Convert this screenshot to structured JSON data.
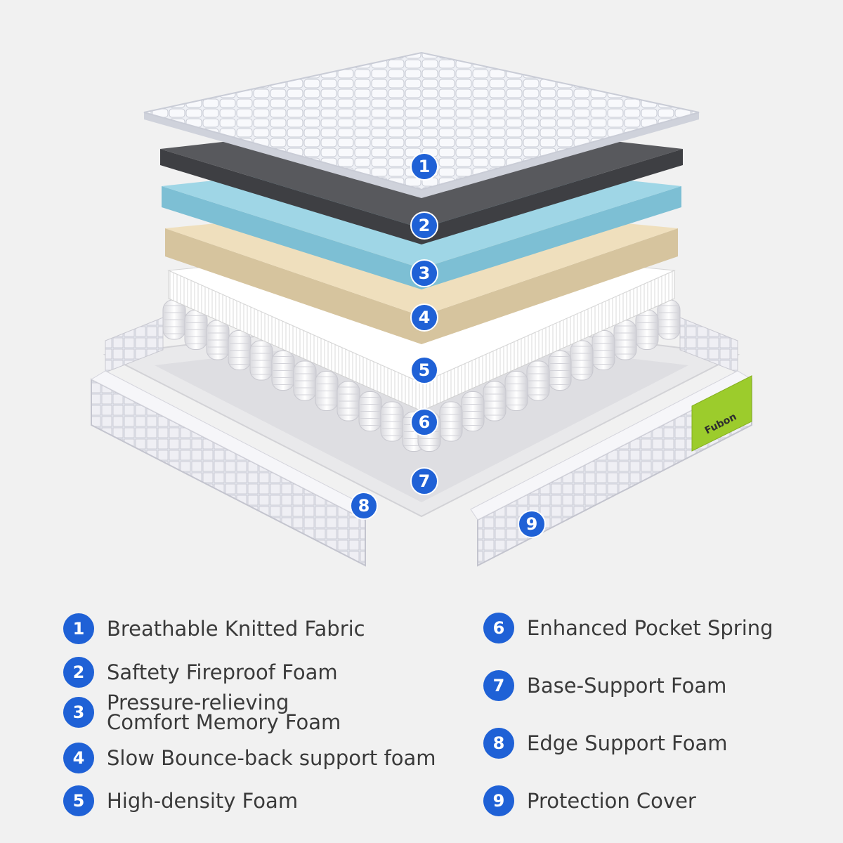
{
  "brand": {
    "name": "Fubon",
    "tag_color": "#9ccc2c"
  },
  "colors": {
    "badge": "#1f61d6",
    "fabric": "#eceef4",
    "fireproof": "#58595d",
    "memory": "#9fd6e6",
    "slow_bounce": "#efdfbd",
    "high_density": "#ffffff",
    "base": "#e8e8e8",
    "edge": "#dcdce4"
  },
  "layers": [
    {
      "num": "1",
      "label": "Breathable Knitted Fabric"
    },
    {
      "num": "2",
      "label": "Saftety Fireproof Foam"
    },
    {
      "num": "3",
      "label": "Pressure-relieving\nComfort Memory Foam"
    },
    {
      "num": "4",
      "label": "Slow Bounce-back support foam"
    },
    {
      "num": "5",
      "label": "High-density Foam"
    },
    {
      "num": "6",
      "label": "Enhanced Pocket Spring"
    },
    {
      "num": "7",
      "label": "Base-Support Foam"
    },
    {
      "num": "8",
      "label": "Edge Support Foam"
    },
    {
      "num": "9",
      "label": "Protection Cover"
    }
  ]
}
